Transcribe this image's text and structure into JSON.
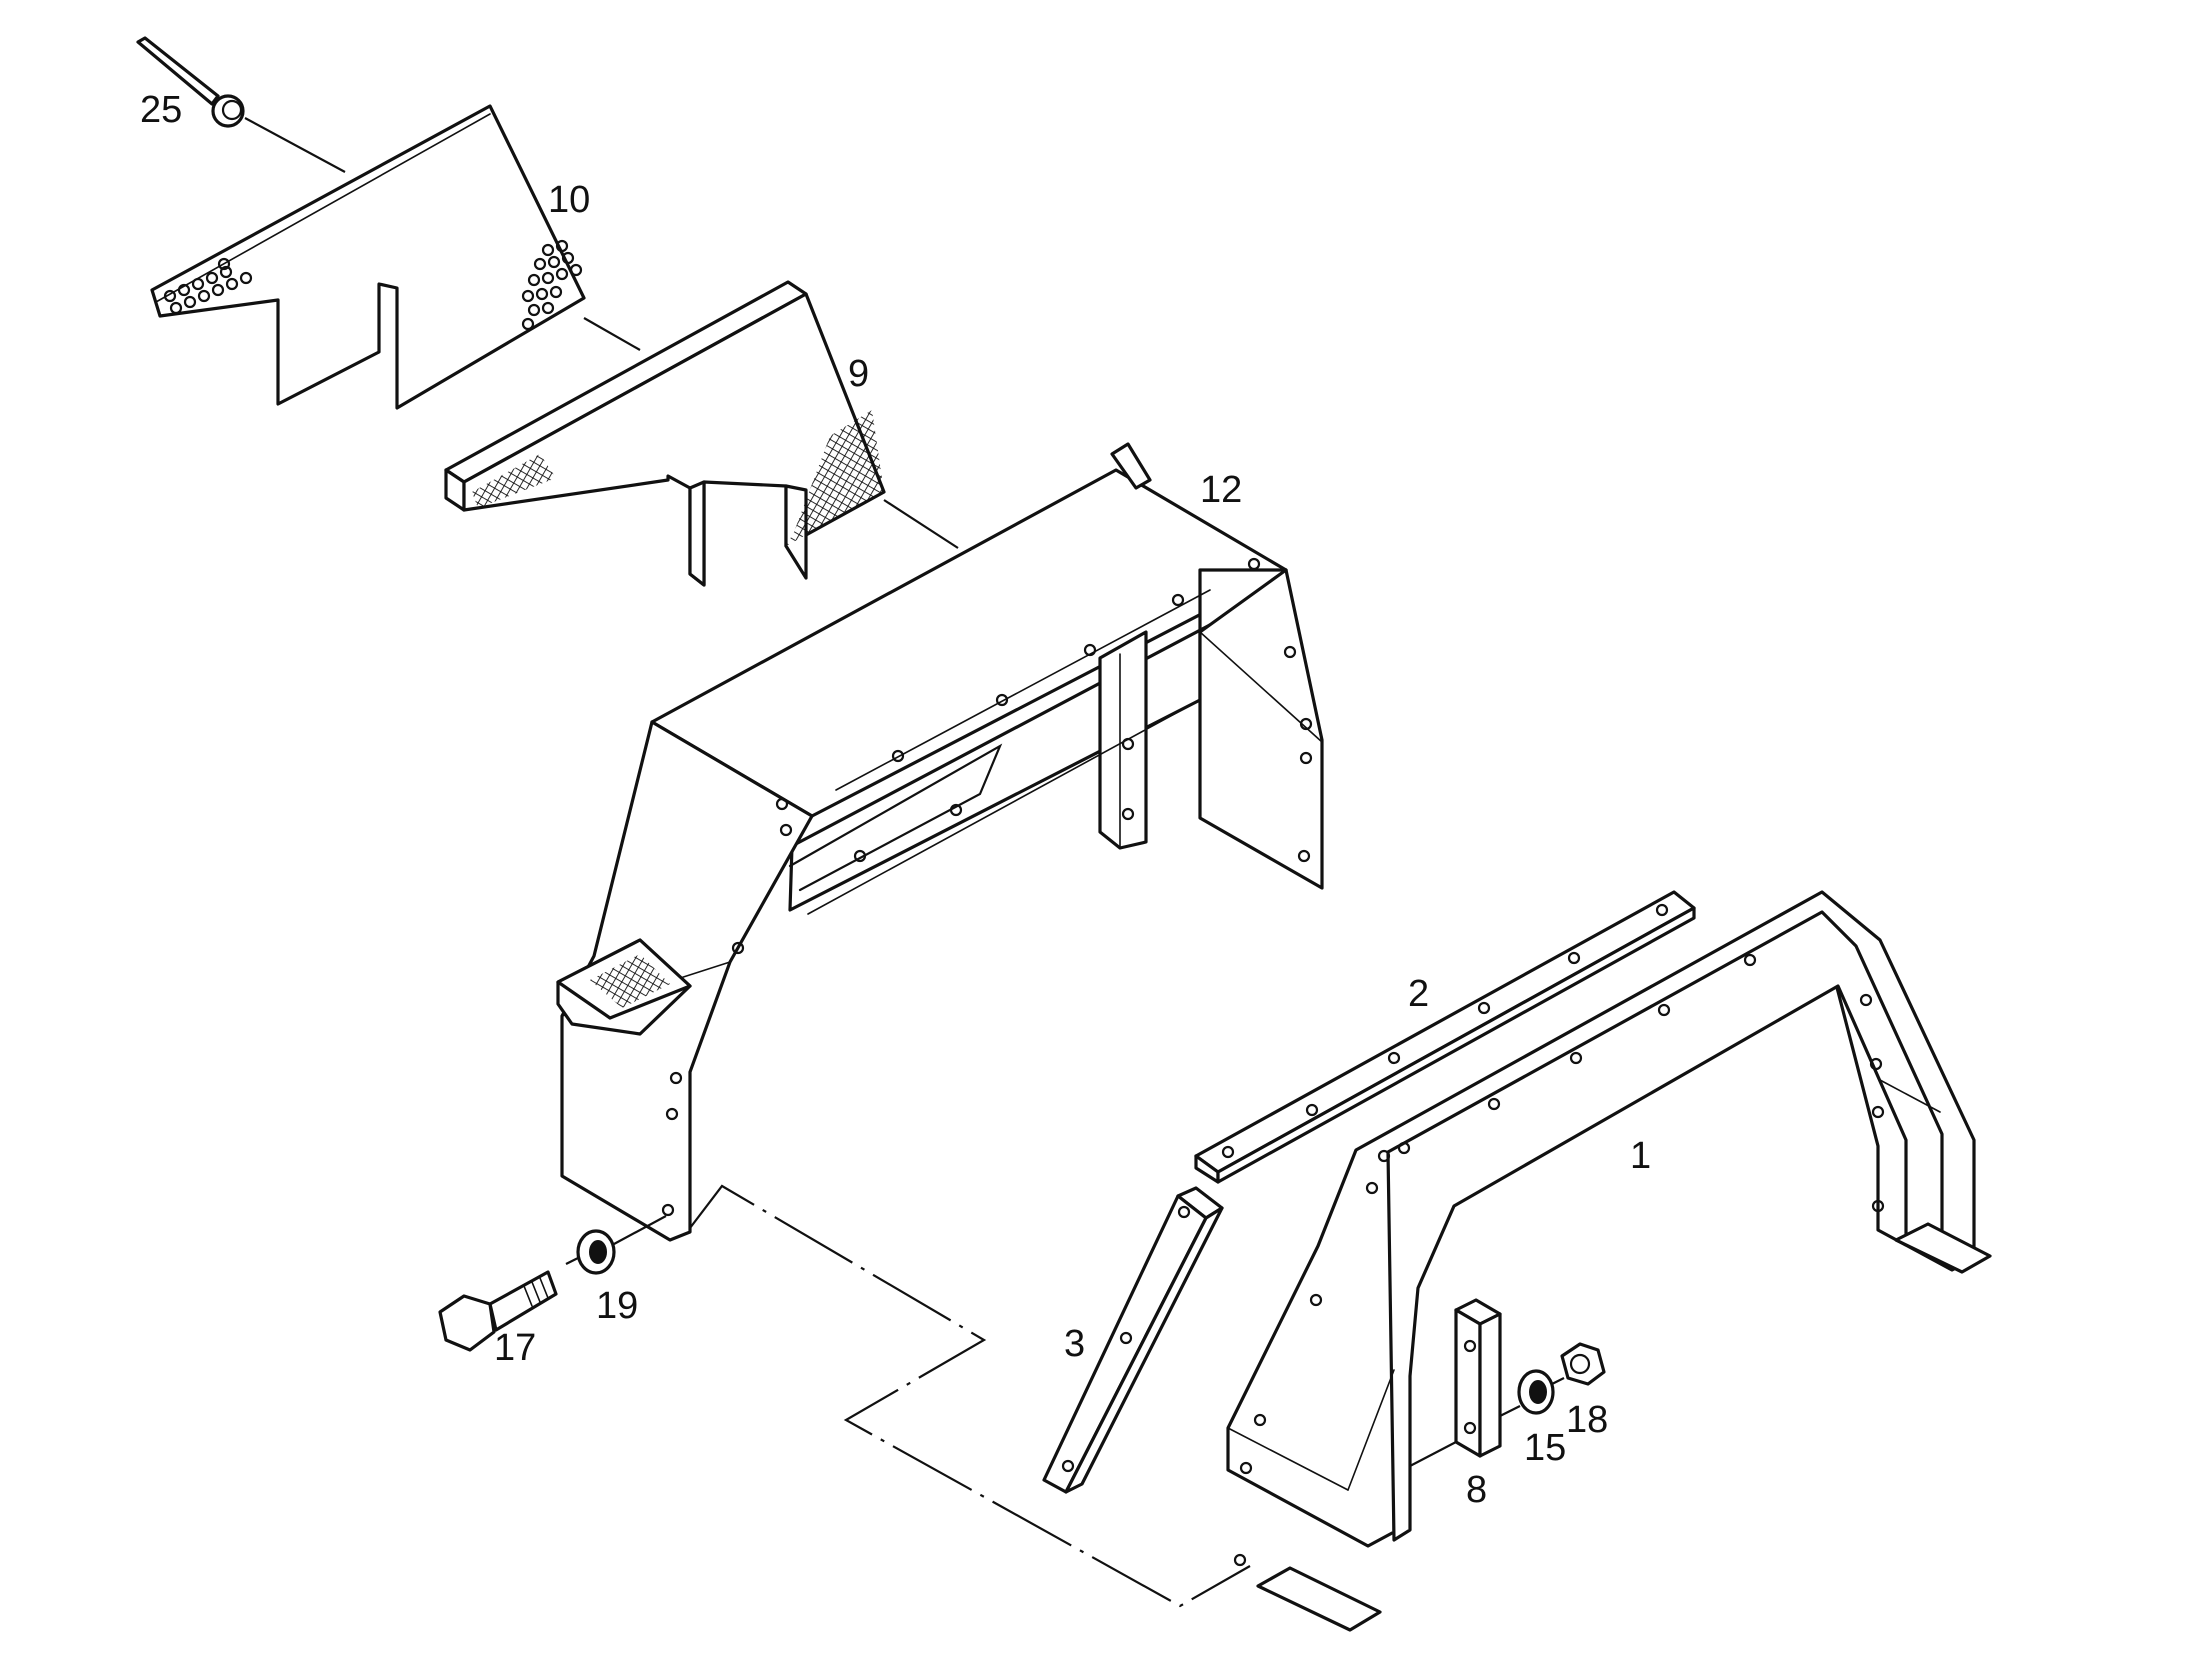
{
  "callouts": {
    "c25": "25",
    "c10": "10",
    "c9": "9",
    "c12": "12",
    "c2": "2",
    "c1": "1",
    "c3": "3",
    "c8": "8",
    "c15": "15",
    "c18": "18",
    "c17": "17",
    "c19": "19"
  },
  "colors": {
    "line": "#111111",
    "background": "#ffffff"
  }
}
